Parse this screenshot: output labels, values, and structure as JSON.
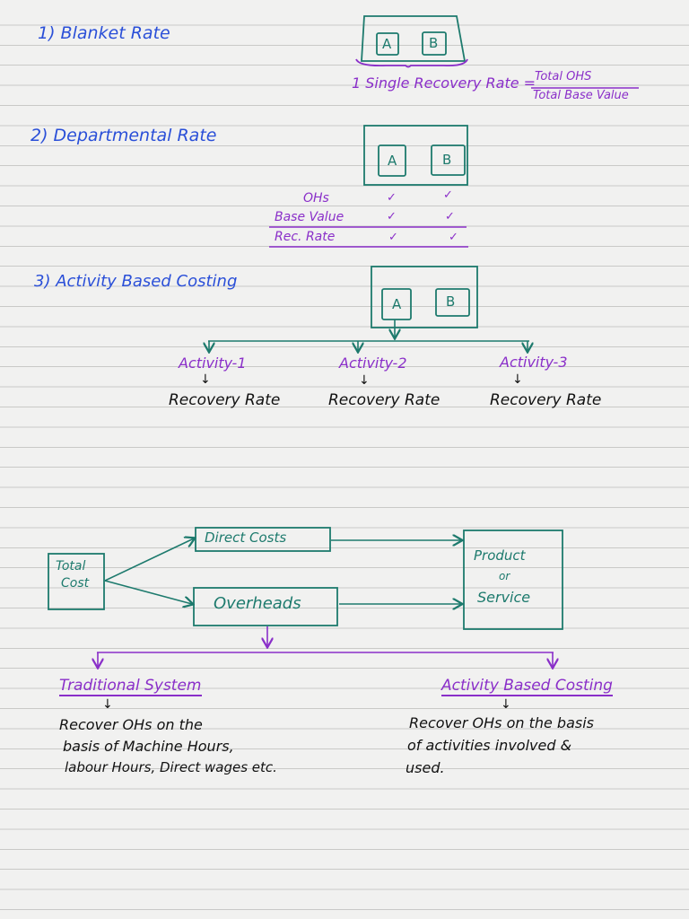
{
  "colors": {
    "heading": "#2a4fd8",
    "purple": "#8a2fc9",
    "teal": "#1d7a6d",
    "ink": "#111111"
  },
  "section1": {
    "title": "1) Blanket Rate",
    "box_a": "A",
    "box_b": "B",
    "formula_lhs": "1 Single Recovery Rate =",
    "numerator": "Total OHS",
    "denominator": "Total Base Value"
  },
  "section2": {
    "title": "2) Departmental Rate",
    "box_a": "A",
    "box_b": "B",
    "rows": [
      {
        "label": "OHs",
        "a": "✓",
        "b": "✓"
      },
      {
        "label": "Base Value",
        "a": "✓",
        "b": "✓"
      },
      {
        "label": "Rec. Rate",
        "a": "✓",
        "b": "✓"
      }
    ]
  },
  "section3": {
    "title": "3) Activity Based Costing",
    "box_a": "A",
    "box_b": "B",
    "activities": [
      {
        "name": "Activity-1",
        "arrow": "↓",
        "rate": "Recovery Rate"
      },
      {
        "name": "Activity-2",
        "arrow": "↓",
        "rate": "Recovery Rate"
      },
      {
        "name": "Activity-3",
        "arrow": "↓",
        "rate": "Recovery Rate"
      }
    ]
  },
  "flow": {
    "total_cost": [
      "Total",
      "Cost"
    ],
    "direct_costs": "Direct Costs",
    "overheads": "Overheads",
    "product": [
      "Product",
      "or",
      "Service"
    ]
  },
  "systems": {
    "traditional": {
      "title": "Traditional System",
      "arrow": "↓",
      "lines": [
        "Recover OHs on the",
        "basis of Machine Hours,",
        "labour Hours, Direct wages etc."
      ]
    },
    "abc": {
      "title": "Activity Based Costing",
      "arrow": "↓",
      "lines": [
        "Recover OHs on the basis",
        "of activities involved &",
        "used."
      ]
    }
  }
}
